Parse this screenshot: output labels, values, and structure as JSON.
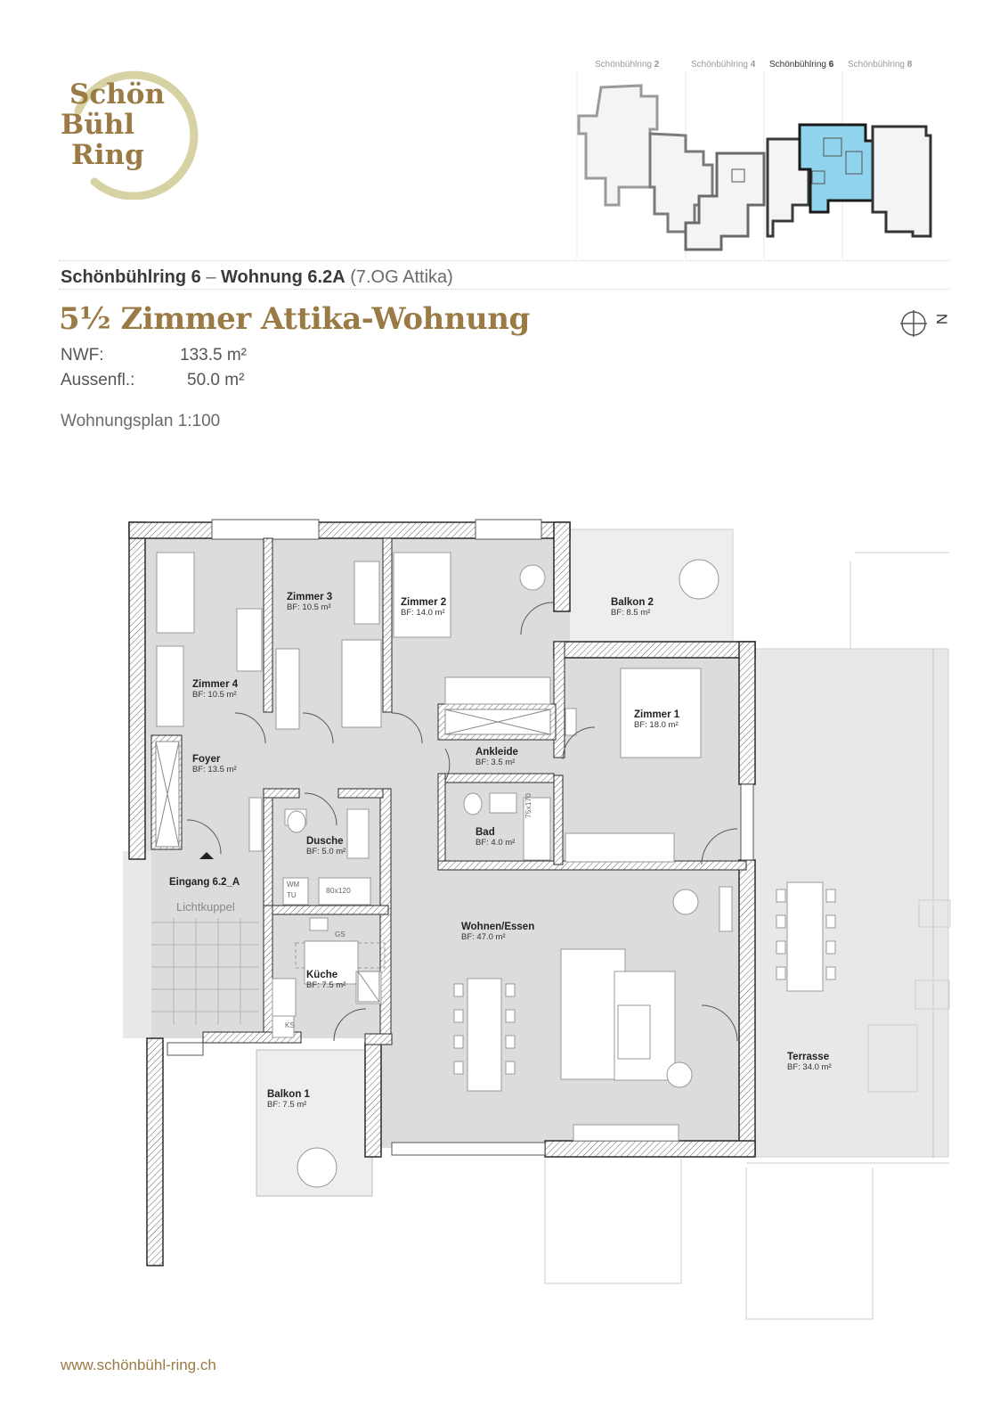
{
  "brand": {
    "logo_lines": [
      "Schön",
      "Bühl",
      "Ring"
    ],
    "ring_color": "#d6d2a3",
    "text_color": "#9a7a45"
  },
  "site_tabs": [
    {
      "label": "Schönbühlring",
      "num": "2",
      "active": false
    },
    {
      "label": "Schönbühlring",
      "num": "4",
      "active": false
    },
    {
      "label": "Schönbühlring",
      "num": "6",
      "active": true
    },
    {
      "label": "Schönbühlring",
      "num": "8",
      "active": false
    }
  ],
  "header": {
    "address": "Schönbühlring 6",
    "separator": "–",
    "unit": "Wohnung 6.2A",
    "floor": "(7.OG Attika)",
    "title": "5½ Zimmer Attika-Wohnung"
  },
  "areas": {
    "nwf_label": "NWF:",
    "nwf_value": "133.5 m²",
    "aussen_label": "Aussenfl.:",
    "aussen_value": "50.0 m²"
  },
  "scale": "Wohnungsplan 1:100",
  "north_label": "N",
  "rooms": [
    {
      "name": "Zimmer 3",
      "area": "BF: 10.5 m²"
    },
    {
      "name": "Zimmer 2",
      "area": "BF: 14.0 m²"
    },
    {
      "name": "Balkon 2",
      "area": "BF: 8.5 m²"
    },
    {
      "name": "Zimmer 4",
      "area": "BF: 10.5 m²"
    },
    {
      "name": "Zimmer 1",
      "area": "BF: 18.0 m²"
    },
    {
      "name": "Ankleide",
      "area": "BF: 3.5 m²"
    },
    {
      "name": "Foyer",
      "area": "BF: 13.5 m²"
    },
    {
      "name": "Bad",
      "area": "BF: 4.0 m²"
    },
    {
      "name": "Dusche",
      "area": "BF: 5.0 m²"
    },
    {
      "name": "Eingang 6.2_A",
      "area": ""
    },
    {
      "name": "Wohnen/Essen",
      "area": "BF: 47.0 m²"
    },
    {
      "name": "Küche",
      "area": "BF: 7.5 m²"
    },
    {
      "name": "Terrasse",
      "area": "BF: 34.0 m²"
    },
    {
      "name": "Balkon 1",
      "area": "BF: 7.5 m²"
    }
  ],
  "fixture_labels": {
    "lichtkuppel": "Lichtkuppel",
    "wm": "WM",
    "tu": "TU",
    "shower": "80x120",
    "bathtub": "75x170",
    "gs": "GS",
    "ks": "KS"
  },
  "website": "www.schönbühl-ring.ch",
  "colors": {
    "accent": "#9a7a45",
    "highlight_unit": "#8fd3ec",
    "floor_fill": "#dcdcdc",
    "wall": "#2a2a2a"
  }
}
